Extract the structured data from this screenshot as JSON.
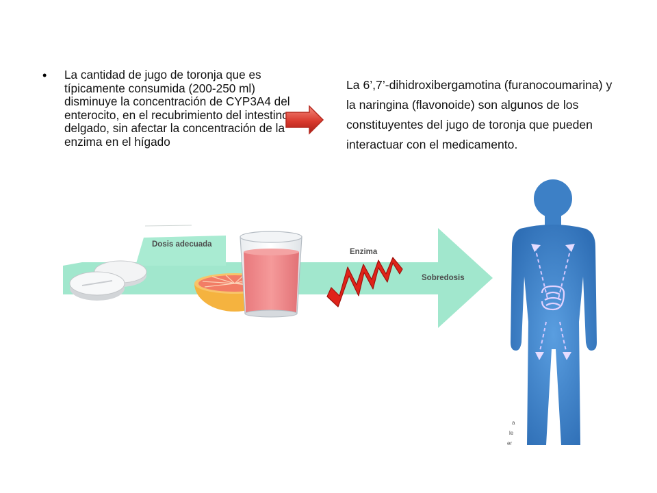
{
  "bullet_text": "La cantidad de jugo de toronja que es típicamente consumida (200-250 ml) disminuye la concentración de CYP3A4 del enterocito, en el recubrimiento del intestino delgado, sin afectar la concentración de la enzima en el hígado",
  "right_text": "La 6’,7’-dihidroxibergamotina (furanocoumarina) y la naringina (flavonoide) son algunos de los constituyentes del jugo de toronja que pueden interactuar con el medicamento.",
  "labels": {
    "dose": "Dosis adecuada",
    "enzyme": "Enzima",
    "overdose": "Sobredosis"
  },
  "cropped_fragments": [
    "a",
    "le",
    "er"
  ],
  "colors": {
    "band": "#9fe6cc",
    "band_arrow": "#93e3c6",
    "body": "#3f82c8",
    "red_arrow": "#d93a2e",
    "enzyme_shape": "#e0231a",
    "juice": "#f08a8c"
  }
}
